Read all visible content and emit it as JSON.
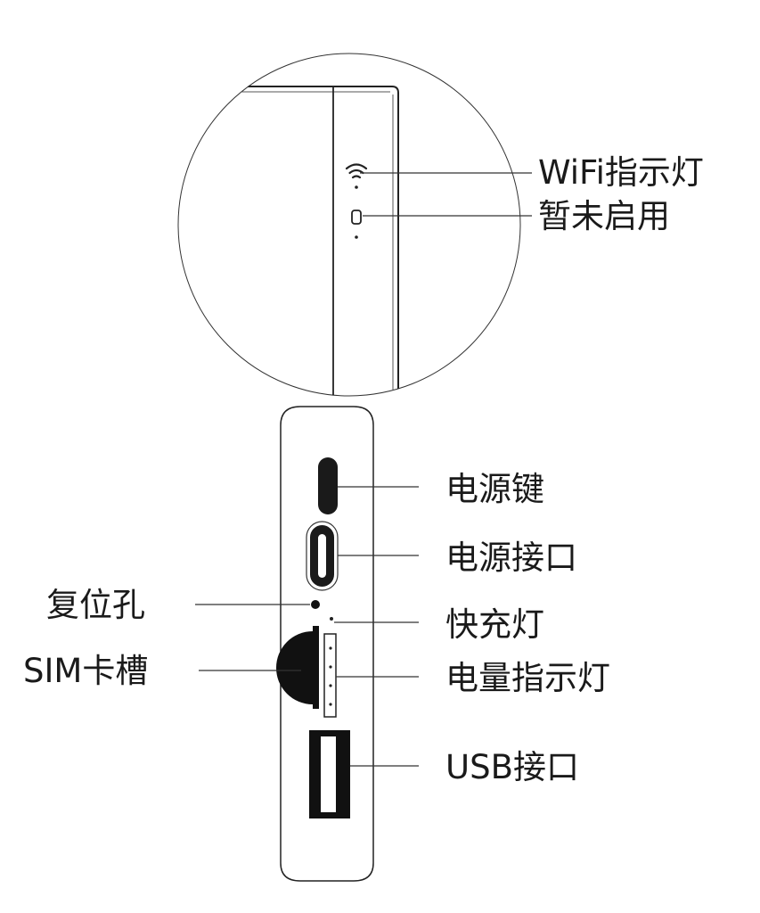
{
  "labels": {
    "wifi_indicator": "WiFi指示灯",
    "not_enabled": "暂未启用",
    "power_button": "电源键",
    "power_port": "电源接口",
    "reset_hole": "复位孔",
    "fast_charge_light": "快充灯",
    "sim_slot": "SIM卡槽",
    "battery_indicator": "电量指示灯",
    "usb_port": "USB接口"
  }
}
